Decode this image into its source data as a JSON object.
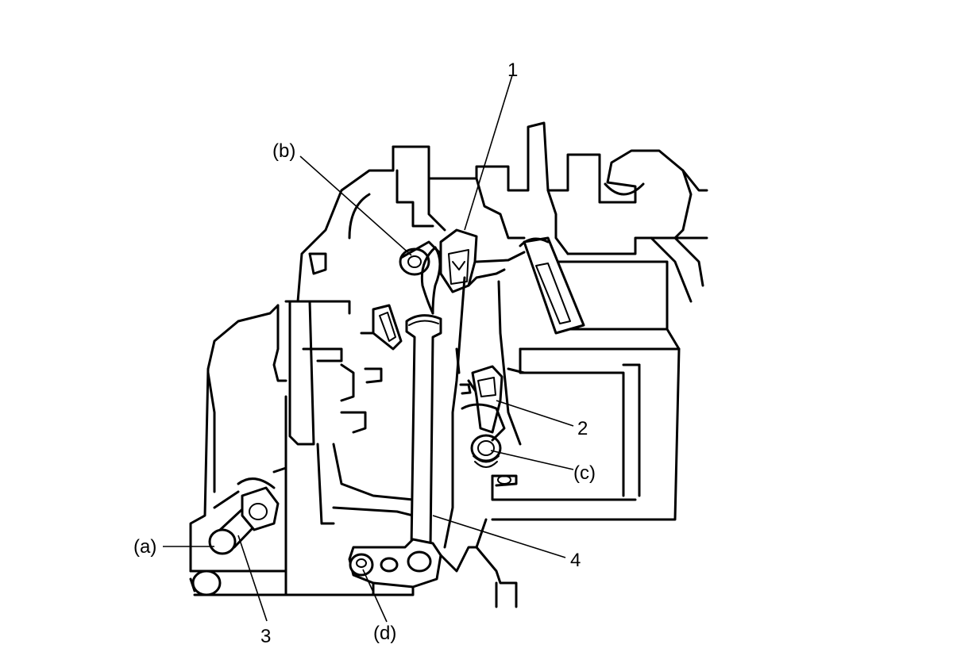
{
  "callouts": {
    "c1": "1",
    "c2": "2",
    "c3": "3",
    "c4": "4",
    "ca": "(a)",
    "cb": "(b)",
    "cc": "(c)",
    "cd": "(d)"
  },
  "colors": {
    "line": "#000000",
    "background": "#ffffff"
  }
}
